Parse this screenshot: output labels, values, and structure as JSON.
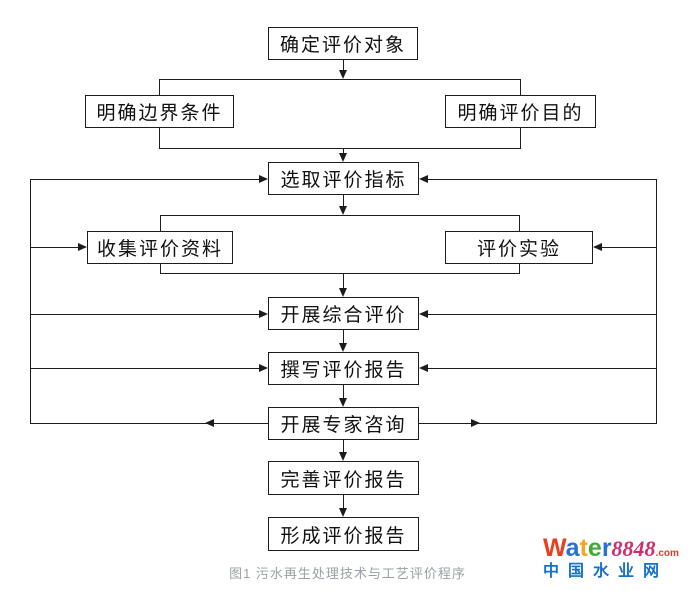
{
  "figure": {
    "caption": "图1 污水再生处理技术与工艺评价程序",
    "nodes": {
      "determine_object": "确定评价对象",
      "boundary_conditions": "明确边界条件",
      "evaluation_purpose": "明确评价目的",
      "select_indicators": "选取评价指标",
      "collect_materials": "收集评价资料",
      "evaluation_experiment": "评价实验",
      "comprehensive_evaluation": "开展综合评价",
      "write_report": "撰写评价报告",
      "expert_consultation": "开展专家咨询",
      "improve_report": "完善评价报告",
      "final_report": "形成评价报告"
    },
    "edges": [
      {
        "from": "确定评价对象",
        "to": "明确边界条件"
      },
      {
        "from": "确定评价对象",
        "to": "明确评价目的"
      },
      {
        "from": "明确边界条件",
        "to": "选取评价指标"
      },
      {
        "from": "明确评价目的",
        "to": "选取评价指标"
      },
      {
        "from": "选取评价指标",
        "to": "收集评价资料"
      },
      {
        "from": "选取评价指标",
        "to": "评价实验"
      },
      {
        "from": "收集评价资料",
        "to": "开展综合评价"
      },
      {
        "from": "评价实验",
        "to": "开展综合评价"
      },
      {
        "from": "开展综合评价",
        "to": "撰写评价报告"
      },
      {
        "from": "撰写评价报告",
        "to": "开展专家咨询"
      },
      {
        "from": "开展专家咨询",
        "to": "完善评价报告"
      },
      {
        "from": "完善评价报告",
        "to": "形成评价报告"
      },
      {
        "from": "开展专家咨询",
        "to": "选取评价指标",
        "type": "feedback"
      },
      {
        "from": "开展专家咨询",
        "to": "收集评价资料",
        "type": "feedback"
      },
      {
        "from": "开展专家咨询",
        "to": "评价实验",
        "type": "feedback"
      },
      {
        "from": "开展专家咨询",
        "to": "开展综合评价",
        "type": "feedback"
      },
      {
        "from": "开展专家咨询",
        "to": "撰写评价报告",
        "type": "feedback"
      }
    ]
  },
  "logo": {
    "brand_letters": [
      {
        "char": "W",
        "color": "#e8401c"
      },
      {
        "char": "a",
        "color": "#2a6fd6"
      },
      {
        "char": "t",
        "color": "#f5a623"
      },
      {
        "char": "e",
        "color": "#3faa34"
      },
      {
        "char": "r",
        "color": "#2a6fd6"
      }
    ],
    "brand_number": "8848",
    "brand_tld": ".com",
    "subtitle": "中国水业网"
  },
  "colors": {
    "diagram_line": "#1c1c1c",
    "caption_text": "#9aa0a6",
    "logo_subtitle": "#1670c9",
    "logo_number": "#cf2e6e"
  }
}
